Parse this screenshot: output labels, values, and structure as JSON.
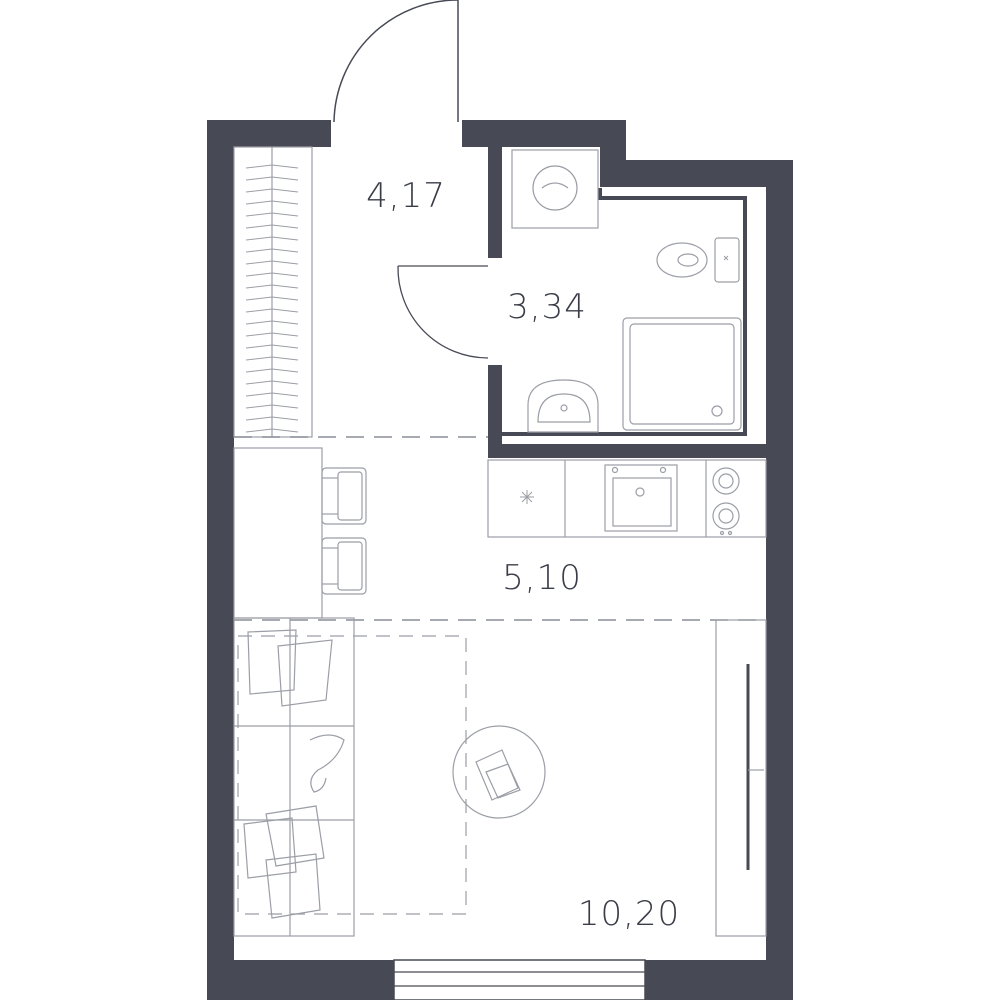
{
  "rooms": [
    {
      "id": "hallway",
      "area": "4,17"
    },
    {
      "id": "bathroom",
      "area": "3,34"
    },
    {
      "id": "kitchen",
      "area": "5,10"
    },
    {
      "id": "living",
      "area": "10,20"
    }
  ],
  "colors": {
    "wall": "#474a55",
    "fixture_line": "#9b9ea6",
    "zone_divider": "#8a8d95",
    "label": "#3a3d48",
    "background": "#ffffff"
  }
}
